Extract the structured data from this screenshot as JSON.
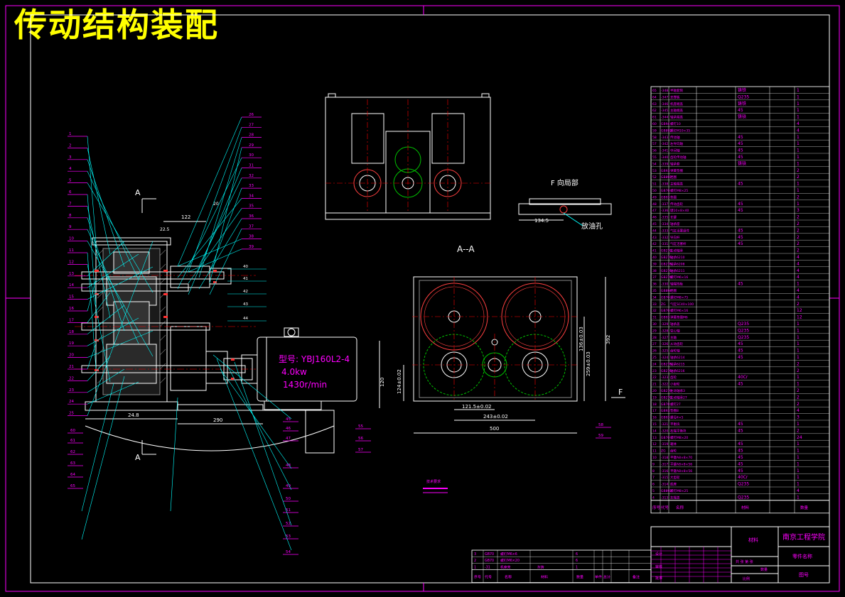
{
  "drawing": {
    "title": "传动结构装配",
    "colors": {
      "background": "#000000",
      "frame": "#ff00ff",
      "title": "#ffff00",
      "leader": "#00ffff",
      "outline": "#ffffff",
      "gear": "#ff4040",
      "pitch": "#00c000",
      "centerline": "#ff0000",
      "motor_text": "#ff00ff"
    }
  },
  "views": {
    "motor": {
      "model": "型号: YBJ160L2-4",
      "power": "4.0kw",
      "speed": "1430r/min"
    },
    "left_dims": {
      "d122": "122",
      "d12_5": "22.5",
      "d20": "20",
      "d290": "290",
      "d24": "24.8",
      "d120": "120"
    },
    "section_label": "A--A",
    "f_view_label": "F 向局部",
    "f_label": "F",
    "drain_label": "放油孔",
    "dim_134_5": "134.5",
    "dim_290_right": "290",
    "dim_ab": "A",
    "section_dims": {
      "d500": "500",
      "d243": "243±0.02",
      "d121": "121.5±0.02",
      "d392": "392",
      "d259": "259±0.03",
      "d136": "136±0.03",
      "d124": "124±0.02"
    },
    "small_note": "技术要求",
    "leaders_left": [
      "1",
      "2",
      "3",
      "4",
      "5",
      "6",
      "7",
      "8",
      "9",
      "10",
      "11",
      "12",
      "13",
      "14",
      "15",
      "16",
      "17",
      "18",
      "19",
      "20",
      "21",
      "22",
      "23",
      "24",
      "25"
    ],
    "leaders_upper": [
      "26",
      "27",
      "28",
      "29",
      "30",
      "31",
      "32",
      "33",
      "34",
      "35",
      "36",
      "37",
      "38",
      "39"
    ],
    "leaders_mid": [
      "40",
      "41",
      "42",
      "43",
      "44"
    ],
    "leaders_bottom": [
      "45",
      "46",
      "47",
      "48",
      "49",
      "50",
      "51",
      "52",
      "53",
      "54",
      "55",
      "56",
      "57",
      "58",
      "59",
      "60",
      "61",
      "62",
      "63",
      "64",
      "65"
    ]
  },
  "bom": {
    "rows": [
      [
        "65",
        "-348",
        "半轴套筒",
        "铸铁",
        "1"
      ],
      [
        "64",
        "-347",
        "支撑板",
        "Q235",
        "1"
      ],
      [
        "63",
        "-346",
        "机座端盖",
        "铸铁",
        "1"
      ],
      [
        "62",
        "-345",
        "主轴端盖",
        "45",
        "1"
      ],
      [
        "61",
        "-344",
        "轴承端盖",
        "铸铁",
        "1"
      ],
      [
        "60",
        "GB94",
        "螺钉10",
        "",
        "4"
      ],
      [
        "59",
        "GB892",
        "螺钉M10×35",
        "",
        "4"
      ],
      [
        "58",
        "-343",
        "传动轴",
        "45",
        "1"
      ],
      [
        "57",
        "-342",
        "左导向轴",
        "45",
        "1"
      ],
      [
        "56",
        "-341",
        "中间轴",
        "45",
        "1"
      ],
      [
        "55",
        "-340",
        "齿轮传动轴",
        "45",
        "1"
      ],
      [
        "54",
        "-339",
        "轴承套",
        "铸铁",
        "1"
      ],
      [
        "53",
        "GB93",
        "弹簧垫圈",
        "",
        "2"
      ],
      [
        "52",
        "GB893",
        "挡圈",
        "",
        "2"
      ],
      [
        "51",
        "-338",
        "主轴端盖",
        "45",
        "1"
      ],
      [
        "50",
        "GB70",
        "螺钉M8×25",
        "",
        "1"
      ],
      [
        "49",
        "GB93",
        "垫圈",
        "",
        "2"
      ],
      [
        "48",
        "-337",
        "传动齿轮",
        "45",
        "1"
      ],
      [
        "47",
        "-336",
        "键10×8×40",
        "45",
        "3"
      ],
      [
        "46",
        "-335",
        "长键",
        "",
        "2"
      ],
      [
        "45",
        "-334",
        "轴承座",
        "",
        "2"
      ],
      [
        "44",
        "-333",
        "气缸活塞组件",
        "45",
        "2"
      ],
      [
        "43",
        "-332",
        "导向杆",
        "45",
        "2"
      ],
      [
        "42",
        "-331",
        "气缸活塞杆",
        "45",
        "2"
      ],
      [
        "41",
        "GB276",
        "主动轴承",
        "",
        "2"
      ],
      [
        "40",
        "GB276",
        "轴承6210",
        "",
        "4"
      ],
      [
        "39",
        "GB276",
        "轴承6208",
        "",
        "4"
      ],
      [
        "38",
        "GB276",
        "轴承6211",
        "",
        "4"
      ],
      [
        "37",
        "GB276",
        "螺钉M6×16",
        "",
        "4"
      ],
      [
        "36",
        "-330",
        "轴端挡板",
        "45",
        "1"
      ],
      [
        "35",
        "GB894",
        "挡圈",
        "",
        "4"
      ],
      [
        "34",
        "GB70",
        "螺钉M8×75",
        "",
        "4"
      ],
      [
        "33",
        "ZG",
        "气缸SC40×100",
        "",
        "2"
      ],
      [
        "32",
        "GB70",
        "螺钉M6×16",
        "",
        "12"
      ],
      [
        "31",
        "GB93",
        "弹簧垫圈M6",
        "",
        "12"
      ],
      [
        "30",
        "-329",
        "轴承盖",
        "Q235",
        "1"
      ],
      [
        "29",
        "-328",
        "空心轴",
        "Q235",
        "1"
      ],
      [
        "28",
        "-327",
        "主轴",
        "Q235",
        "1"
      ],
      [
        "27",
        "-326",
        "从动齿轮",
        "45",
        "1"
      ],
      [
        "26",
        "-325",
        "齿轮轴",
        "45",
        "1"
      ],
      [
        "25",
        "-324",
        "轴承6214",
        "45",
        "1"
      ],
      [
        "24",
        "GB276",
        "轴承6215",
        "",
        "2"
      ],
      [
        "23",
        "GB276",
        "轴承6216",
        "",
        "2"
      ],
      [
        "22",
        "-323",
        "齿轮",
        "40Cr",
        "1"
      ],
      [
        "21",
        "-322",
        "小齿轮",
        "45",
        "1"
      ],
      [
        "20",
        "GB276",
        "主动轴承3",
        "",
        "2"
      ],
      [
        "19",
        "GB276",
        "主动轴承27",
        "",
        "2"
      ],
      [
        "18",
        "GB70",
        "螺钉27",
        "",
        "2"
      ],
      [
        "17",
        "GB93",
        "垫圈8",
        "",
        "4"
      ],
      [
        "16",
        "GB93",
        "螺母4×5",
        "",
        "3"
      ],
      [
        "15",
        "-321",
        "平衡块",
        "45",
        "1"
      ],
      [
        "14",
        "-320",
        "右端平衡块",
        "45",
        "2"
      ],
      [
        "13",
        "GB70",
        "螺钉M8×20",
        "",
        "24"
      ],
      [
        "12",
        "-319",
        "箱体",
        "45",
        "1"
      ],
      [
        "11",
        "ZG",
        "齿轮",
        "45",
        "1"
      ],
      [
        "10",
        "-318",
        "平键A8×8×70",
        "45",
        "1"
      ],
      [
        "9",
        "-317",
        "平键A8×8×56",
        "45",
        "1"
      ],
      [
        "8",
        "-316",
        "平键A8×8×56",
        "45",
        "1"
      ],
      [
        "7",
        "-315",
        "大齿轮",
        "40Cr",
        "1"
      ],
      [
        "6",
        "-314",
        "底座",
        "Q235",
        "1"
      ],
      [
        "5",
        "GB892",
        "螺钉M8×25",
        "",
        "4"
      ],
      [
        "4",
        "-313",
        "左端盖",
        "Q235",
        "1"
      ]
    ],
    "header": [
      "序号",
      "代号",
      "名称",
      "材料",
      "数量"
    ],
    "school": "南京工程学院",
    "drawing_name": "零件名称",
    "material_label": "材料",
    "drawing_no": "图号",
    "scale_label": "比例",
    "qty_label": "数量",
    "sheet_label": "共 张 第 张",
    "designed": "设计",
    "checked": "审核",
    "approved": "批准"
  },
  "bom_small": {
    "rows": [
      [
        "3",
        "GB70",
        "螺钉M6×6",
        "",
        "6"
      ],
      [
        "2",
        "GB70",
        "螺钉M6×20",
        "",
        "6"
      ],
      [
        "1",
        "-31",
        "机座壳",
        "灰铸",
        "1"
      ]
    ],
    "header": [
      "序号",
      "代号",
      "名称",
      "材料",
      "数量",
      "单件",
      "总计",
      "备注"
    ]
  }
}
